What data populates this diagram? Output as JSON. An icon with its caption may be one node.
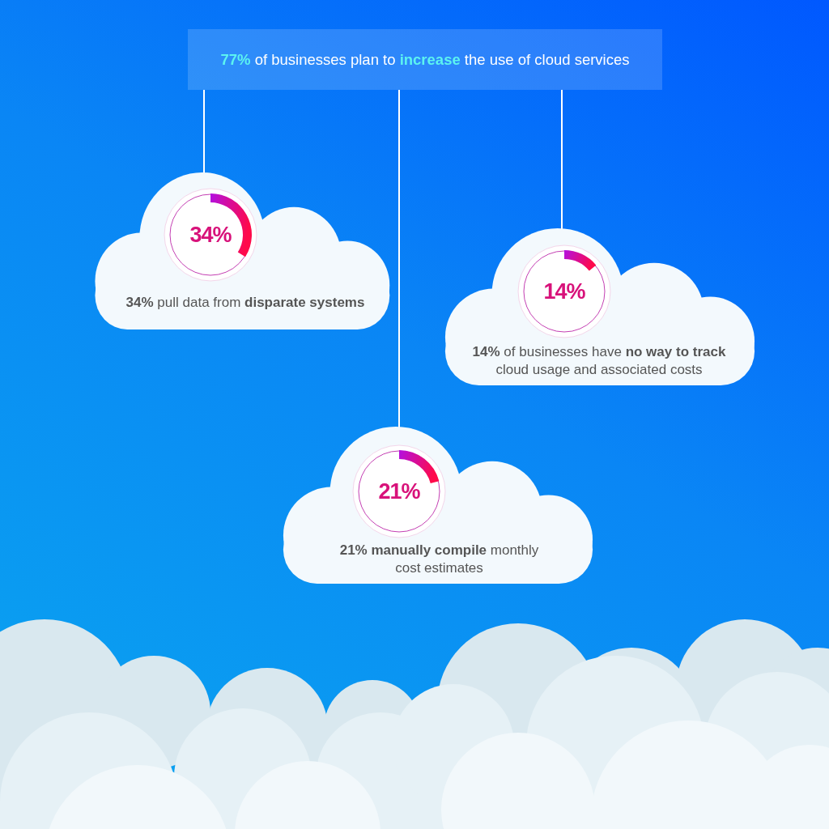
{
  "diagram": {
    "nodes": [
      {
        "text": [
          "**77%** of businesses plan to **increase** the use of cloud services"
        ]
      },
      {
        "text": [
          "**34%** pull data from **disparate systems**"
        ]
      },
      {
        "text": [
          "34%"
        ],
        "in": 1
      },
      {
        "text": [
          "**14%** of businesses have **no way to track** cloud usage and associated costs"
        ]
      },
      {
        "text": [
          "14%"
        ],
        "in": 3
      },
      {
        "text": [
          "**21% manually compile** monthly cost estimates"
        ]
      },
      {
        "text": [
          "21%"
        ],
        "in": 5
      }
    ],
    "edges": [
      {
        "from": 0,
        "to": 1,
        "arrow": "none"
      },
      {
        "from": 0,
        "to": 5,
        "arrow": "none"
      },
      {
        "from": 0,
        "to": 3,
        "arrow": "none"
      }
    ]
  }
}
